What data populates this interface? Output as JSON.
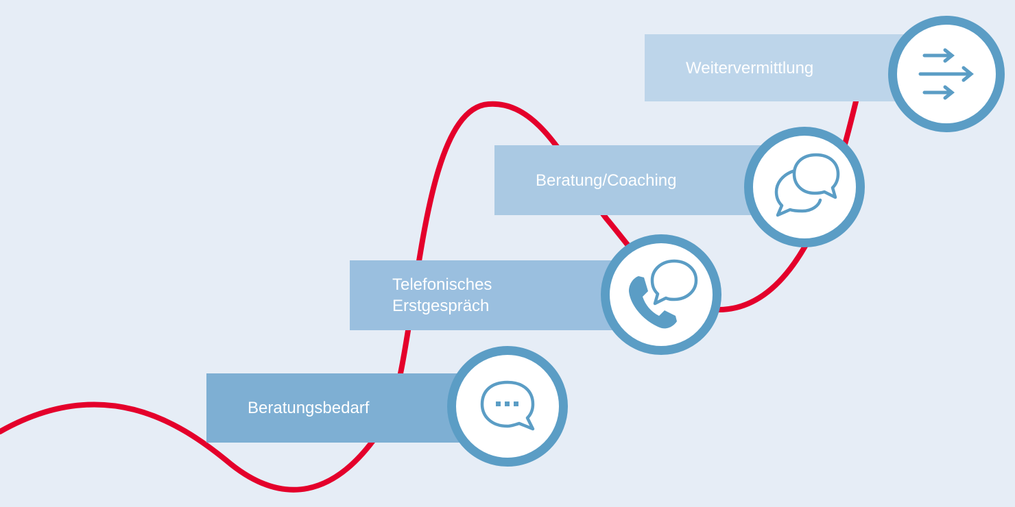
{
  "colors": {
    "background": "#e6edf6",
    "path": "#e4002b",
    "ring": "#5b9dc5",
    "icon": "#5b9dc5",
    "box_1": "#7eafd3",
    "box_2": "#9abfdf",
    "box_3": "#aac9e3",
    "box_4": "#bdd5ea",
    "label_text": "#ffffff"
  },
  "steps": [
    {
      "label": "Beratungsbedarf",
      "icon": "speech-bubble-dots-icon"
    },
    {
      "label_lines": [
        "Telefonisches",
        "Erstgespräch"
      ],
      "icon": "phone-chat-icon"
    },
    {
      "label": "Beratung/Coaching",
      "icon": "two-speech-bubbles-icon"
    },
    {
      "label": "Weitervermittlung",
      "icon": "forward-arrows-icon"
    }
  ]
}
